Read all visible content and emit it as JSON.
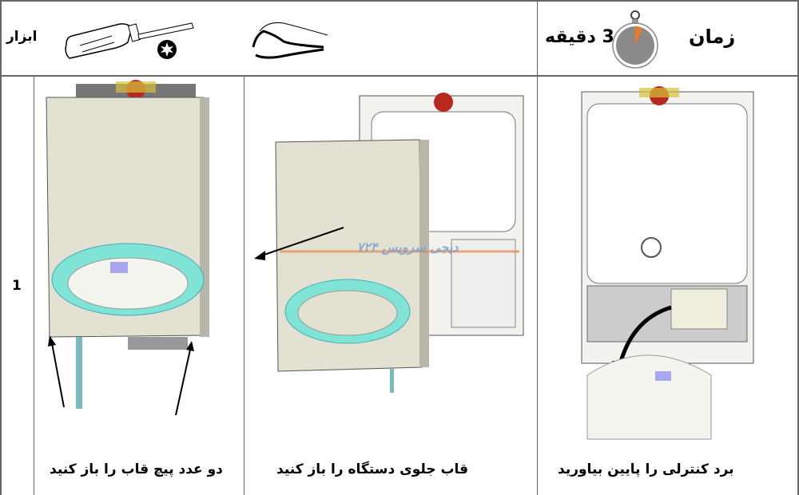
{
  "header": {
    "tools_label": "ابزار",
    "time_label": "زمان",
    "time_value": "3 دقیقه",
    "icons": [
      "screwdriver-icon",
      "torx-icon",
      "hand-icon",
      "stopwatch-icon"
    ]
  },
  "step": {
    "number": "1",
    "captions": [
      "دو عدد پیچ قاب را باز کنید",
      "قاب جلوی دستگاه را باز کنید",
      "برد کنترلی را پایین بیاورید"
    ]
  },
  "watermark": "دیجی سرویس ۷۲۴",
  "colors": {
    "panel": "#e3e2d2",
    "ring": "#7fe3d6",
    "arrow": "#000000",
    "watermark": "#e8874a"
  }
}
